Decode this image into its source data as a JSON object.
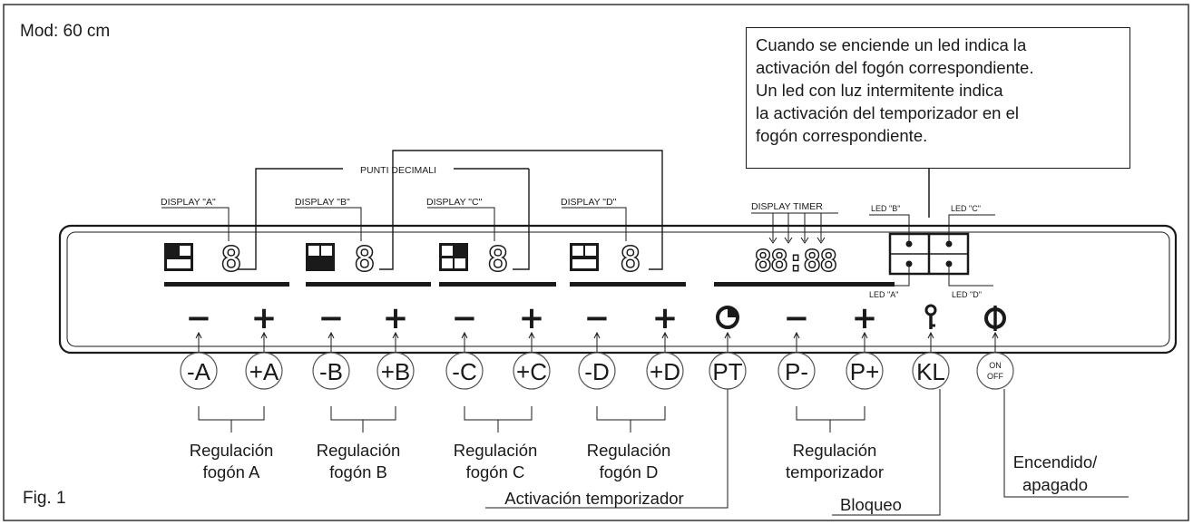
{
  "model": "Mod: 60 cm",
  "figure": "Fig. 1",
  "note_lines": [
    "Cuando se enciende un led indica la",
    "activación del fogón correspondiente.",
    "Un led con luz intermitente indica",
    "la activación del temporizador en el",
    "fogón correspondiente."
  ],
  "punti_decimali": "PUNTI DECIMALI",
  "display_labels": [
    "DISPLAY \"A\"",
    "DISPLAY \"B\"",
    "DISPLAY \"C\"",
    "DISPLAY \"D\""
  ],
  "display_timer": "DISPLAY TIMER",
  "digit": "8",
  "timer_digits": "88:88",
  "led_labels": {
    "b": "LED \"B\"",
    "c": "LED \"C\"",
    "a": "LED \"A\"",
    "d": "LED \"D\""
  },
  "symbols": {
    "minus": "−",
    "plus": "+"
  },
  "buttons": [
    "-A",
    "+A",
    "-B",
    "+B",
    "-C",
    "+C",
    "-D",
    "+D",
    "PT",
    "P-",
    "P+",
    "KL"
  ],
  "onoff": {
    "on": "ON",
    "off": "OFF"
  },
  "reg_a": [
    "Regulación",
    "fogón A"
  ],
  "reg_b": [
    "Regulación",
    "fogón B"
  ],
  "reg_c": [
    "Regulación",
    "fogón C"
  ],
  "reg_d": [
    "Regulación",
    "fogón D"
  ],
  "reg_timer": [
    "Regulación",
    "temporizador"
  ],
  "activacion": "Activación temporizador",
  "bloqueo": "Bloqueo",
  "encendido": [
    "Encendido/",
    "apagado"
  ]
}
